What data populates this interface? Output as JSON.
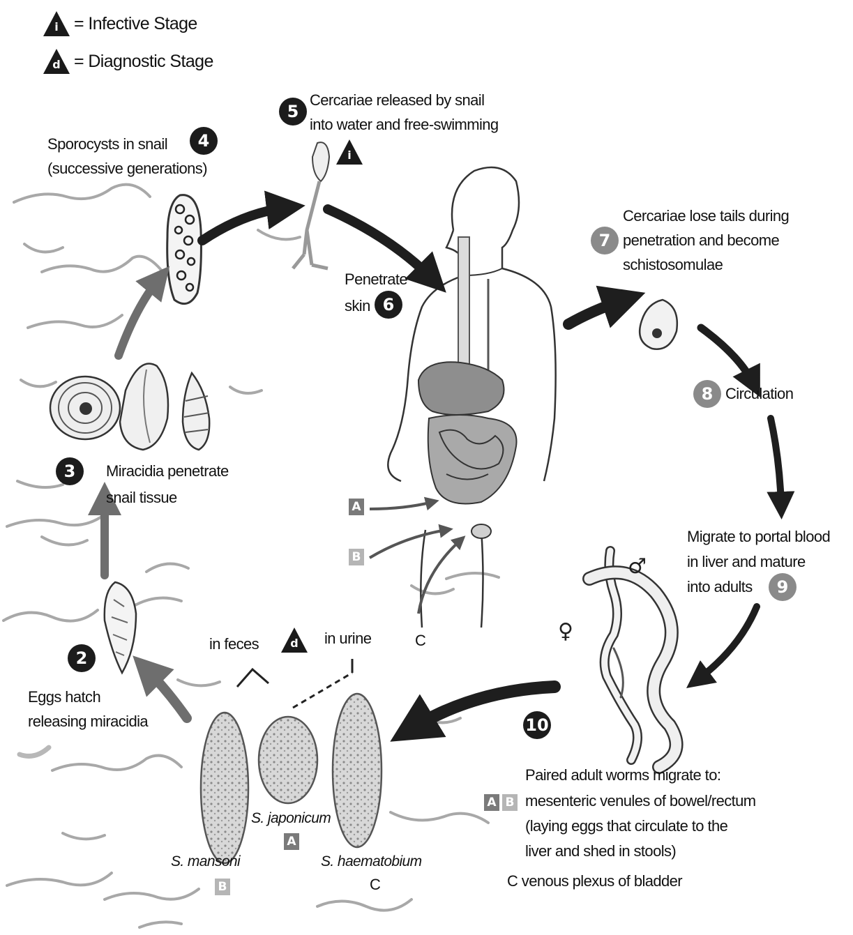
{
  "legend": {
    "infective_letter": "i",
    "infective_label": "= Infective Stage",
    "diagnostic_letter": "d",
    "diagnostic_label": "= Diagnostic Stage"
  },
  "steps": {
    "s2": {
      "num": "2",
      "line1": "Eggs hatch",
      "line2": "releasing miracidia"
    },
    "s3": {
      "num": "3",
      "line1": "Miracidia penetrate",
      "line2": "snail tissue"
    },
    "s4": {
      "num": "4",
      "line1": "Sporocysts in snail",
      "line2": "(successive generations)"
    },
    "s5": {
      "num": "5",
      "line1": "Cercariae released by snail",
      "line2": "into water and free-swimming"
    },
    "s6": {
      "num": "6",
      "line1": "Penetrate",
      "line2": "skin"
    },
    "s7": {
      "num": "7",
      "line1": "Cercariae lose tails during",
      "line2": "penetration and become",
      "line3": "schistosomulae"
    },
    "s8": {
      "num": "8",
      "line1": "Circulation"
    },
    "s9": {
      "num": "9",
      "line1": "Migrate to portal blood",
      "line2": "in liver and mature",
      "line3": "into adults"
    },
    "s10": {
      "num": "10",
      "line1": "Paired adult worms migrate to:",
      "line2": "mesenteric venules of bowel/rectum",
      "line3": "(laying eggs that circulate to the",
      "line4": "liver and shed in stools)",
      "line5": "C venous plexus of bladder"
    }
  },
  "eggs": {
    "in_feces": "in feces",
    "in_urine": "in urine",
    "diag_letter": "d",
    "s_mansoni": "S. mansoni",
    "s_japonicum": "S. japonicum",
    "s_haematobium": "S. haematobium",
    "label_a": "A",
    "label_b": "B",
    "label_c": "C"
  },
  "human": {
    "box_a": "A",
    "box_b": "B",
    "c_label": "C"
  },
  "worms": {
    "male_symbol": "♂",
    "female_symbol": "♀"
  },
  "colors": {
    "arrow": "#1e1e1e",
    "step_dark": "#1c1c1c",
    "step_gray": "#8a8a8a",
    "box": "#7a7a7a",
    "water": "#9a9a9a"
  }
}
